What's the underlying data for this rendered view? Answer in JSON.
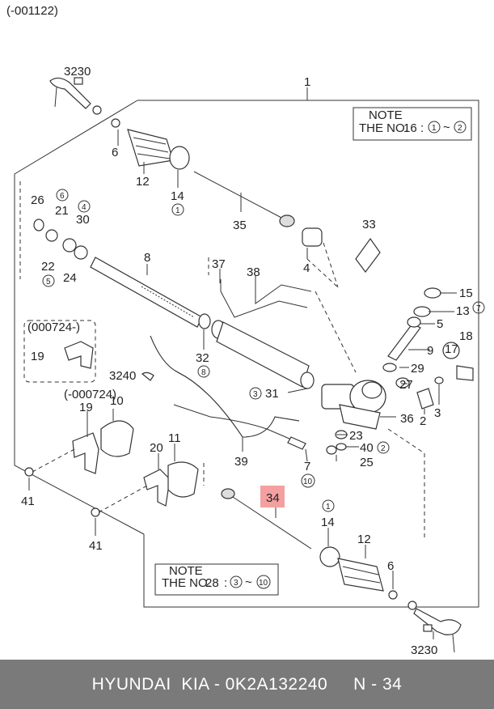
{
  "header_code": "(-001122)",
  "notes": [
    {
      "title": "NOTE",
      "prefix": "THE NO.",
      "num": "16",
      "sep": ":",
      "from": "1",
      "tilde": "~",
      "to": "2"
    },
    {
      "title": "NOTE",
      "prefix": "THE NO.",
      "num": "28",
      "sep": ":",
      "from": "3",
      "tilde": "~",
      "to": "10"
    }
  ],
  "callouts": {
    "c3230a": "3230",
    "c1": "1",
    "c6a": "6",
    "c12a": "12",
    "c14a": "14",
    "c1a": "1",
    "c35": "35",
    "c33": "33",
    "c4": "4",
    "c26": "26",
    "c6b": "6",
    "c21": "21",
    "c4b": "4",
    "c30": "30",
    "c22": "22",
    "c5a": "5",
    "c24": "24",
    "c8": "8",
    "c37": "37",
    "c38": "38",
    "c15": "15",
    "c13": "13",
    "c7a": "7",
    "c5": "5",
    "c9": "9",
    "c17": "17",
    "c18": "18",
    "c29": "29",
    "c27": "27",
    "c2a": "2",
    "c3a": "3",
    "c32": "32",
    "c8b": "8",
    "c3240": "3240",
    "c3b": "3",
    "c31": "31",
    "c000724": "(000724-)",
    "c19a": "19",
    "cm000724": "(-000724)",
    "c10": "10",
    "c19b": "19",
    "c36": "36",
    "c23": "23",
    "c40": "40",
    "c2b": "2",
    "c25": "25",
    "c20": "20",
    "c11": "11",
    "c39": "39",
    "c7b": "7",
    "c10b": "10",
    "c41a": "41",
    "c41b": "41",
    "c34": "34",
    "c1b": "1",
    "c14b": "14",
    "c12b": "12",
    "c6c": "6",
    "c3230b": "3230"
  },
  "highlight_color": "#f4a0a0",
  "footer": {
    "brand": "HYUNDAI  KIA - 0K2A132240",
    "ref": "N - 34"
  }
}
